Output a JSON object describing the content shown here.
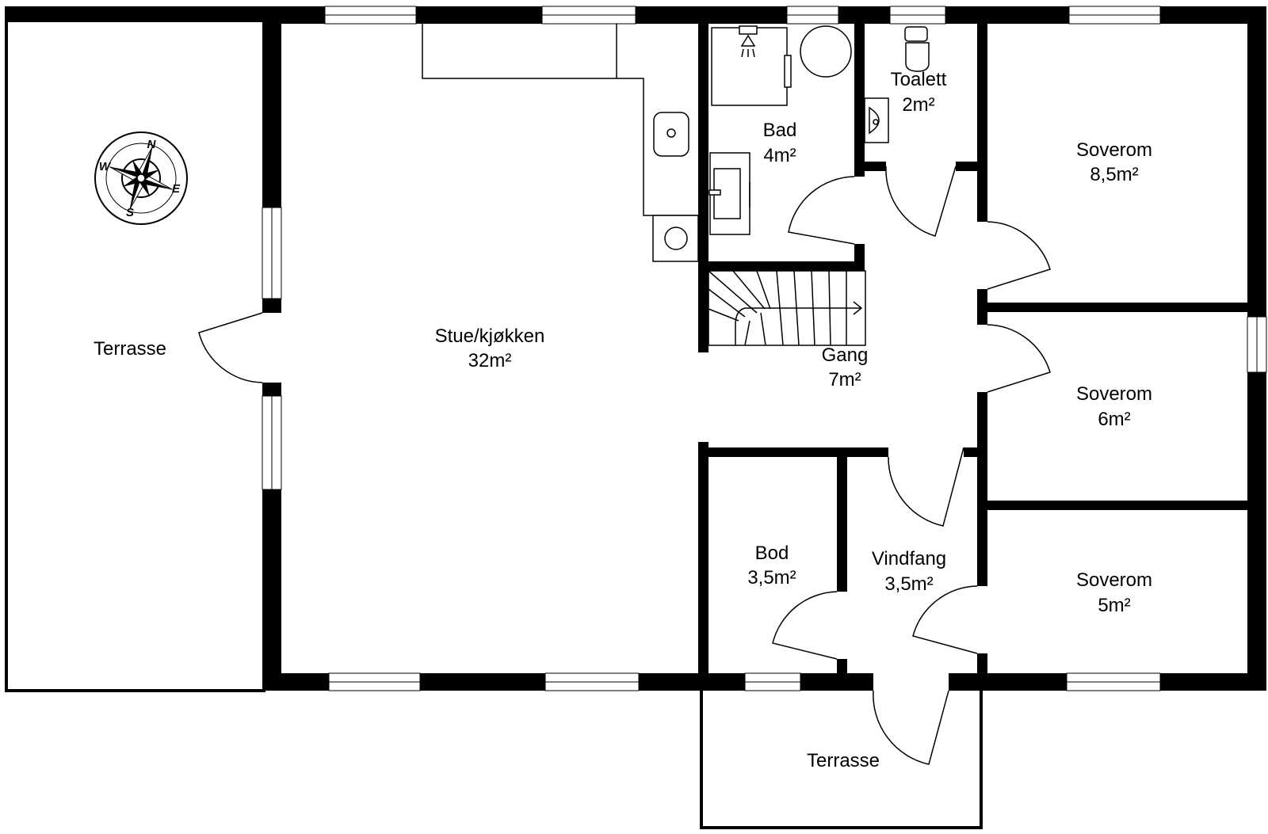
{
  "rooms": {
    "terrasse_west": {
      "name": "Terrasse"
    },
    "stue_kjokken": {
      "name": "Stue/kjøkken",
      "area": "32m²"
    },
    "bad": {
      "name": "Bad",
      "area": "4m²"
    },
    "toalett": {
      "name": "Toalett",
      "area": "2m²"
    },
    "soverom_1": {
      "name": "Soverom",
      "area": "8,5m²"
    },
    "gang": {
      "name": "Gang",
      "area": "7m²"
    },
    "soverom_2": {
      "name": "Soverom",
      "area": "6m²"
    },
    "bod": {
      "name": "Bod",
      "area": "3,5m²"
    },
    "vindfang": {
      "name": "Vindfang",
      "area": "3,5m²"
    },
    "soverom_3": {
      "name": "Soverom",
      "area": "5m²"
    },
    "terrasse_south": {
      "name": "Terrasse"
    }
  },
  "compass": {
    "north": "N",
    "east": "E",
    "south": "S",
    "west": "W"
  },
  "colors": {
    "wall": "#000000",
    "background": "#ffffff"
  },
  "icons": [
    "compass-rose-icon",
    "shower-icon",
    "sink-icon",
    "toilet-icon",
    "stove-icon"
  ]
}
